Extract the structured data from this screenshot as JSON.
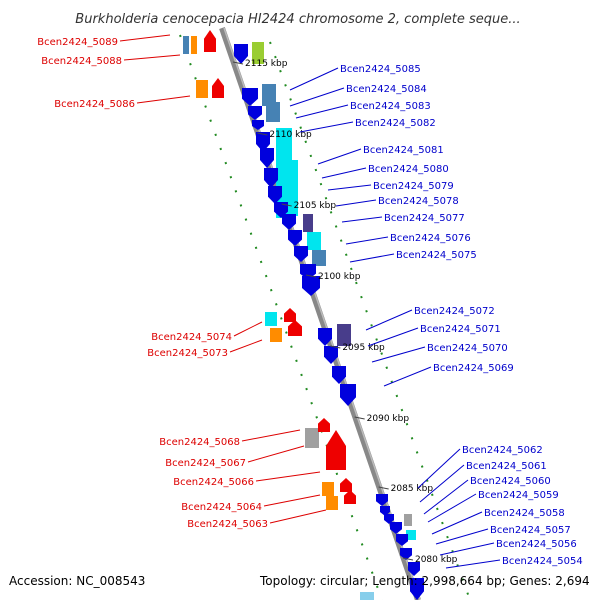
{
  "title": "Burkholderia cenocepacia HI2424 chromosome 2, complete seque...",
  "footer": {
    "accession": "Accession: NC_008543",
    "topology": "Topology: circular; Length: 2,998,664 bp; Genes: 2,694"
  },
  "ticks": [
    "2115 kbp",
    "2110 kbp",
    "2105 kbp",
    "2100 kbp",
    "2095 kbp",
    "2090 kbp",
    "2085 kbp",
    "2080 kbp"
  ],
  "genes_left": [
    "Bcen2424_5089",
    "Bcen2424_5088",
    "Bcen2424_5086",
    "Bcen2424_5074",
    "Bcen2424_5073",
    "Bcen2424_5068",
    "Bcen2424_5067",
    "Bcen2424_5066",
    "Bcen2424_5064",
    "Bcen2424_5063"
  ],
  "genes_right": [
    "Bcen2424_5085",
    "Bcen2424_5084",
    "Bcen2424_5083",
    "Bcen2424_5082",
    "Bcen2424_5081",
    "Bcen2424_5080",
    "Bcen2424_5079",
    "Bcen2424_5078",
    "Bcen2424_5077",
    "Bcen2424_5076",
    "Bcen2424_5075",
    "Bcen2424_5072",
    "Bcen2424_5071",
    "Bcen2424_5070",
    "Bcen2424_5069",
    "Bcen2424_5062",
    "Bcen2424_5061",
    "Bcen2424_5060",
    "Bcen2424_5059",
    "Bcen2424_5058",
    "Bcen2424_5057",
    "Bcen2424_5056",
    "Bcen2424_5054"
  ],
  "colors": {
    "backbone": "#888888",
    "forward_gene": "#ee0000",
    "reverse_gene": "#0000dd",
    "guide": "#228b22",
    "left_label": "#dd0000",
    "right_label": "#0000cc",
    "cog_cyan": "#00e5ee",
    "cog_steelblue": "#4682b4",
    "cog_slate": "#483d8b",
    "cog_orange": "#ff8c00",
    "cog_gray": "#a0a0a0",
    "cog_green": "#9acd32",
    "cog_lightblue": "#87ceeb"
  }
}
